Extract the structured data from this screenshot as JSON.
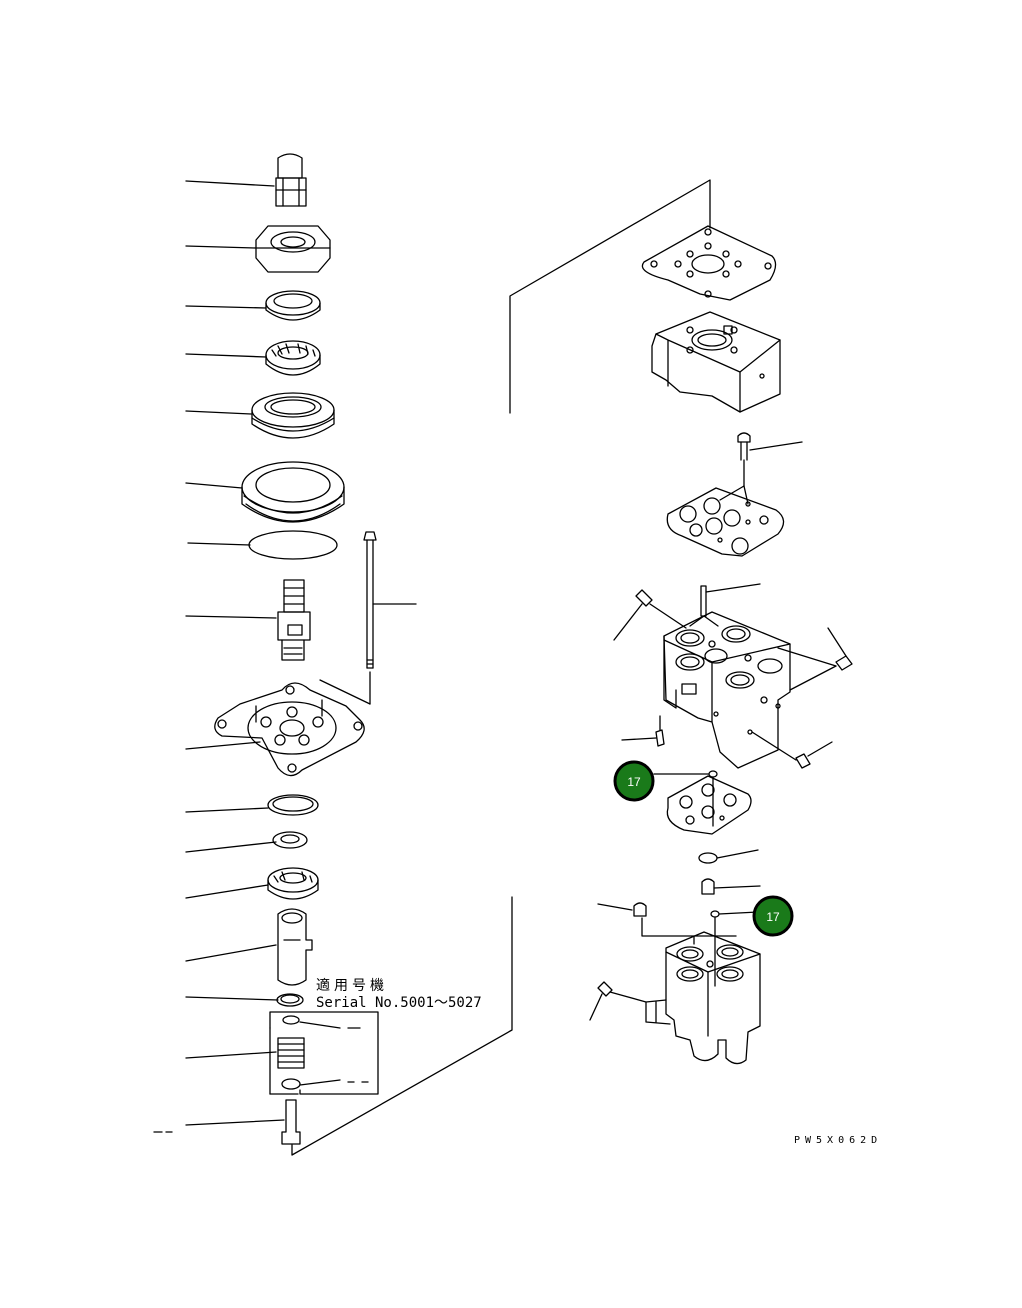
{
  "serial_note": {
    "jp": "適用号機",
    "en": "Serial No.5001～5027"
  },
  "drawing_code": "PW5X062D",
  "callouts": [
    {
      "number": "17"
    },
    {
      "number": "17"
    }
  ],
  "colors": {
    "ink": "#000000",
    "callout_fill": "#1a7a1a",
    "callout_stroke": "#000000",
    "callout_text": "#ffffff",
    "paper": "#ffffff"
  }
}
